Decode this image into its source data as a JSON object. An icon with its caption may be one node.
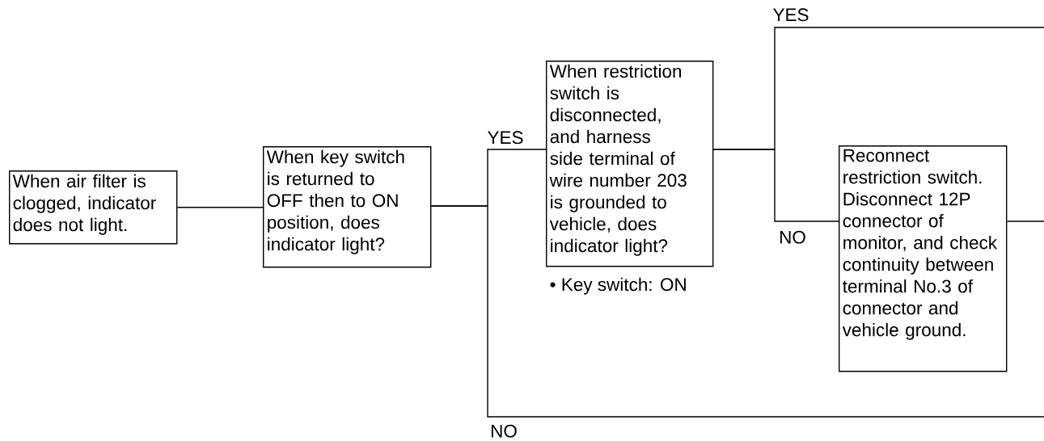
{
  "diagram": {
    "nodes": [
      {
        "text": [
          "When air filter is clogged, indicator does not light."
        ]
      },
      {
        "text": [
          "When key switch is returned to OFF then to ON position, does indicator light?"
        ]
      },
      {
        "text": [
          "When restriction switch is disconnected, and harness side terminal of wire number 203 is grounded to vehicle, does indicator light?"
        ],
        "beside": [
          "• Key switch: ON"
        ]
      },
      {
        "text": [
          "Reconnect restriction switch. Disconnect 12P connector of monitor, and check continuity between terminal No.3 of connector and vehicle ground."
        ]
      }
    ],
    "edges": [
      {
        "from": 0,
        "to": 1,
        "arrow": "none"
      },
      {
        "from": 1,
        "to": 2,
        "arrow": "none",
        "label": "YES"
      },
      {
        "from": 1,
        "to": null,
        "arrow": "none",
        "label": "NO"
      },
      {
        "from": 2,
        "to": null,
        "arrow": "none",
        "label": "YES"
      },
      {
        "from": 2,
        "to": 3,
        "arrow": "none",
        "label": "NO"
      },
      {
        "from": 3,
        "to": null,
        "arrow": "none"
      }
    ]
  }
}
